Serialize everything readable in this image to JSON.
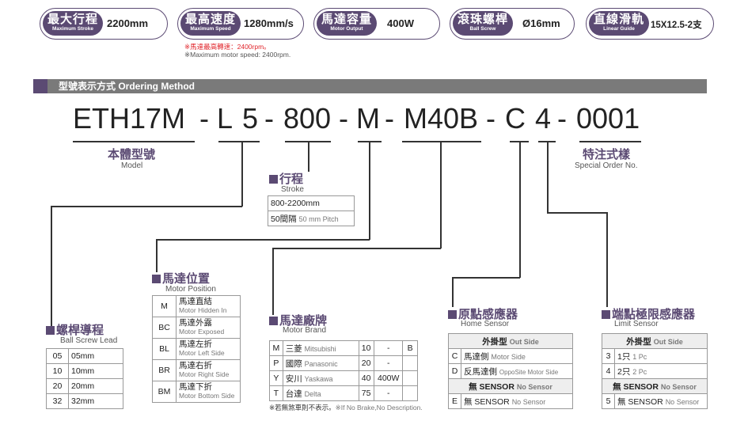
{
  "specs": [
    {
      "zh": "最大行程",
      "en": "Maximum Stroke",
      "value": "2200mm"
    },
    {
      "zh": "最高速度",
      "en": "Maximum Speed",
      "value": "1280mm/s"
    },
    {
      "zh": "馬達容量",
      "en": "Motor Output",
      "value": "400W"
    },
    {
      "zh": "滾珠螺桿",
      "en": "Ball Screw",
      "value": "Ø16mm"
    },
    {
      "zh": "直線滑軌",
      "en": "Linear Guide",
      "value": "15X12.5-2支"
    }
  ],
  "notes": {
    "zh": "※馬達最高轉速：2400rpm。",
    "en": "※Maximum motor speed: 2400rpm."
  },
  "banner": "型號表示方式  Ordering Method",
  "code": {
    "parts": [
      "ETH17M",
      "L",
      "5",
      "800",
      "M",
      "M40B",
      "C",
      "4",
      "0001"
    ],
    "dash": "-"
  },
  "model": {
    "zh": "本體型號",
    "en": "Model"
  },
  "special": {
    "zh": "特注式樣",
    "en": "Special Order No."
  },
  "stroke": {
    "zh": "行程",
    "en": "Stroke",
    "rows": [
      "800-2200mm"
    ],
    "pitch_zh": "50間隔",
    "pitch_en": "50 mm Pitch"
  },
  "lead": {
    "zh": "螺桿導程",
    "en": "Ball Screw Lead",
    "rows": [
      {
        "code": "05",
        "value": "05mm"
      },
      {
        "code": "10",
        "value": "10mm"
      },
      {
        "code": "20",
        "value": "20mm"
      },
      {
        "code": "32",
        "value": "32mm"
      }
    ]
  },
  "position": {
    "zh": "馬達位置",
    "en": "Motor Position",
    "rows": [
      {
        "code": "M",
        "zh": "馬達直結",
        "en": "Motor Hidden In"
      },
      {
        "code": "BC",
        "zh": "馬達外露",
        "en": "Motor Exposed"
      },
      {
        "code": "BL",
        "zh": "馬達左折",
        "en": "Motor Left Side"
      },
      {
        "code": "BR",
        "zh": "馬達右折",
        "en": "Motor Right Side"
      },
      {
        "code": "BM",
        "zh": "馬達下折",
        "en": "Motor Bottom Side"
      }
    ]
  },
  "brand": {
    "zh": "馬達廠牌",
    "en": "Motor Brand",
    "rows": [
      {
        "code": "M",
        "zh": "三菱",
        "en": "Mitsubishi",
        "w": "10",
        "watt": "-",
        "b": "B"
      },
      {
        "code": "P",
        "zh": "國際",
        "en": "Panasonic",
        "w": "20",
        "watt": "-",
        "b": ""
      },
      {
        "code": "Y",
        "zh": "安川",
        "en": "Yaskawa",
        "w": "40",
        "watt": "400W",
        "b": ""
      },
      {
        "code": "T",
        "zh": "台達",
        "en": "Delta",
        "w": "75",
        "watt": "-",
        "b": ""
      }
    ],
    "foot_zh": "※若無煞車則不表示。",
    "foot_en": "※If No Brake,No Description."
  },
  "home": {
    "zh": "原點感應器",
    "en": "Home Sensor",
    "head_zh": "外掛型",
    "head_en": "Out Side",
    "rows": [
      {
        "code": "C",
        "zh": "馬達側",
        "en": "Motor Side"
      },
      {
        "code": "D",
        "zh": "反馬達側",
        "en": "OppoSite Motor Side"
      }
    ],
    "none_zh": "無 SENSOR",
    "none_en": "No Sensor",
    "last": {
      "code": "E",
      "zh": "無 SENSOR",
      "en": "No Sensor"
    }
  },
  "limit": {
    "zh": "端點極限感應器",
    "en": "Limit Sensor",
    "head_zh": "外掛型",
    "head_en": "Out Side",
    "rows": [
      {
        "code": "3",
        "zh": "1只",
        "en": "1 Pc"
      },
      {
        "code": "4",
        "zh": "2只",
        "en": "2 Pc"
      }
    ],
    "none_zh": "無 SENSOR",
    "none_en": "No Sensor",
    "last": {
      "code": "5",
      "zh": "無 SENSOR",
      "en": "No Sensor"
    }
  },
  "colors": {
    "accent": "#5b4a73",
    "banner": "#7a7a7a",
    "note": "#e0242a"
  }
}
